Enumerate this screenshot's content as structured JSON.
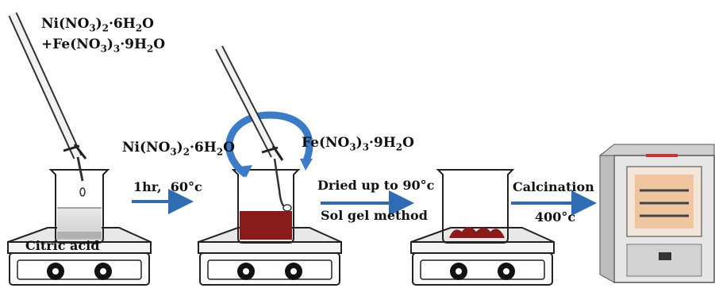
{
  "labels": {
    "precursor_1": "Ni(NO3)2·6H2O",
    "precursor_2": "+Fe(NO3)3·9H2O",
    "citric_acid": "Citric acid",
    "step1_condition": "1hr,  60°c",
    "ni_nitrate": "Ni(NO3)2·6H2O",
    "fe_nitrate": "Fe(NO3)3·9H2O",
    "dried": "Dried up to 90°c",
    "solgel": "Sol gel method",
    "calcination": "Calcination",
    "calc_temp": "400°c"
  },
  "colors": {
    "gel_red": "#8b1a1a",
    "arrow_blue": "#2e6db4",
    "cycle_blue": "#3b7cc9",
    "oven_orange": "#e88a3a"
  },
  "icons": {
    "burette": "burette-icon",
    "beaker": "beaker-icon",
    "hotplate": "hot-plate-icon",
    "furnace": "muffle-furnace-icon"
  }
}
